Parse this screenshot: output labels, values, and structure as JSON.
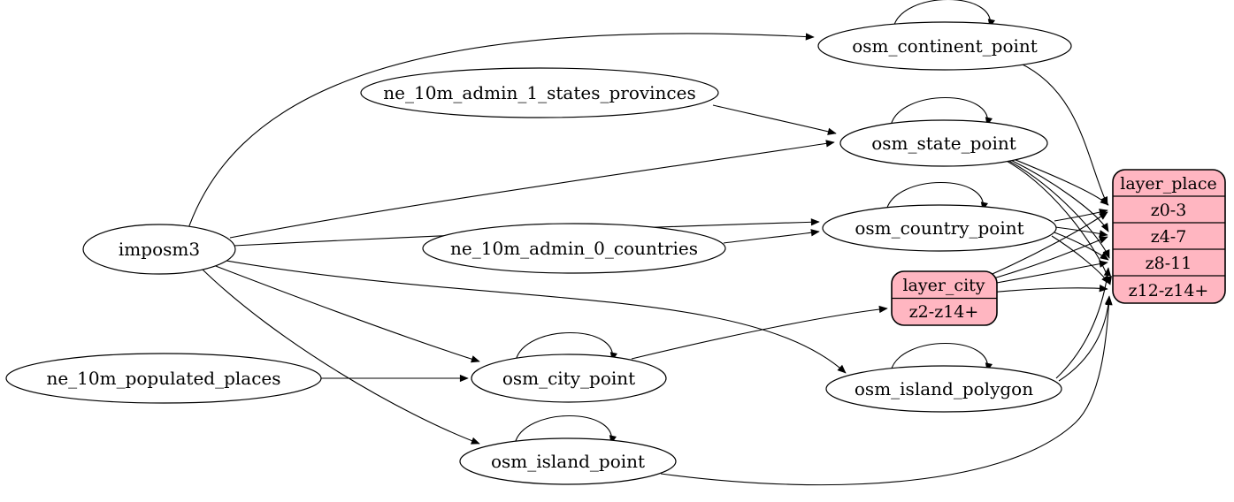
{
  "diagram": {
    "kind": "etl-dependency-graph",
    "background": "#ffffff",
    "colors": {
      "node_fill": "#ffffff",
      "record_fill": "#ffb6c1",
      "stroke": "#000000",
      "text": "#000000"
    },
    "nodes": {
      "imposm3": {
        "label": "imposm3",
        "shape": "ellipse"
      },
      "ne_10m_admin_1_states_provinces": {
        "label": "ne_10m_admin_1_states_provinces",
        "shape": "ellipse"
      },
      "ne_10m_admin_0_countries": {
        "label": "ne_10m_admin_0_countries",
        "shape": "ellipse"
      },
      "ne_10m_populated_places": {
        "label": "ne_10m_populated_places",
        "shape": "ellipse"
      },
      "osm_continent_point": {
        "label": "osm_continent_point",
        "shape": "ellipse",
        "self_loop": true
      },
      "osm_state_point": {
        "label": "osm_state_point",
        "shape": "ellipse",
        "self_loop": true
      },
      "osm_country_point": {
        "label": "osm_country_point",
        "shape": "ellipse",
        "self_loop": true
      },
      "osm_city_point": {
        "label": "osm_city_point",
        "shape": "ellipse",
        "self_loop": true
      },
      "osm_island_polygon": {
        "label": "osm_island_polygon",
        "shape": "ellipse",
        "self_loop": true
      },
      "osm_island_point": {
        "label": "osm_island_point",
        "shape": "ellipse",
        "self_loop": true
      }
    },
    "records": {
      "layer_city": {
        "title": "layer_city",
        "rows": [
          "z2-z14+"
        ],
        "fill": "#ffb6c1"
      },
      "layer_place": {
        "title": "layer_place",
        "rows": [
          "z0-3",
          "z4-7",
          "z8-11",
          "z12-z14+"
        ],
        "fill": "#ffb6c1"
      }
    },
    "edges": [
      {
        "from": "imposm3",
        "to": "osm_continent_point"
      },
      {
        "from": "imposm3",
        "to": "osm_state_point"
      },
      {
        "from": "imposm3",
        "to": "osm_country_point"
      },
      {
        "from": "imposm3",
        "to": "osm_city_point"
      },
      {
        "from": "imposm3",
        "to": "osm_island_polygon"
      },
      {
        "from": "imposm3",
        "to": "osm_island_point"
      },
      {
        "from": "ne_10m_admin_1_states_provinces",
        "to": "osm_state_point"
      },
      {
        "from": "ne_10m_admin_0_countries",
        "to": "osm_country_point"
      },
      {
        "from": "ne_10m_populated_places",
        "to": "osm_city_point"
      },
      {
        "from": "osm_continent_point",
        "to": "osm_continent_point",
        "self_loop": true
      },
      {
        "from": "osm_state_point",
        "to": "osm_state_point",
        "self_loop": true
      },
      {
        "from": "osm_country_point",
        "to": "osm_country_point",
        "self_loop": true
      },
      {
        "from": "osm_city_point",
        "to": "osm_city_point",
        "self_loop": true
      },
      {
        "from": "osm_island_polygon",
        "to": "osm_island_polygon",
        "self_loop": true
      },
      {
        "from": "osm_island_point",
        "to": "osm_island_point",
        "self_loop": true
      },
      {
        "from": "osm_city_point",
        "to": "layer_city",
        "target_row": "z2-z14+"
      },
      {
        "from": "osm_continent_point",
        "to": "layer_place",
        "target_row": "z0-3"
      },
      {
        "from": "osm_state_point",
        "to": "layer_place",
        "target_row": "z0-3"
      },
      {
        "from": "osm_state_point",
        "to": "layer_place",
        "target_row": "z4-7"
      },
      {
        "from": "osm_state_point",
        "to": "layer_place",
        "target_row": "z8-11"
      },
      {
        "from": "osm_state_point",
        "to": "layer_place",
        "target_row": "z12-z14+"
      },
      {
        "from": "osm_country_point",
        "to": "layer_place",
        "target_row": "z0-3"
      },
      {
        "from": "osm_country_point",
        "to": "layer_place",
        "target_row": "z4-7"
      },
      {
        "from": "osm_country_point",
        "to": "layer_place",
        "target_row": "z8-11"
      },
      {
        "from": "osm_country_point",
        "to": "layer_place",
        "target_row": "z12-z14+"
      },
      {
        "from": "layer_city",
        "to": "layer_place",
        "target_row": "z0-3"
      },
      {
        "from": "layer_city",
        "to": "layer_place",
        "target_row": "z4-7"
      },
      {
        "from": "layer_city",
        "to": "layer_place",
        "target_row": "z8-11"
      },
      {
        "from": "layer_city",
        "to": "layer_place",
        "target_row": "z12-z14+"
      },
      {
        "from": "osm_island_polygon",
        "to": "layer_place",
        "target_row": "z8-11"
      },
      {
        "from": "osm_island_polygon",
        "to": "layer_place",
        "target_row": "z12-z14+"
      },
      {
        "from": "osm_island_point",
        "to": "layer_place",
        "target_row": "z12-z14+"
      }
    ]
  }
}
